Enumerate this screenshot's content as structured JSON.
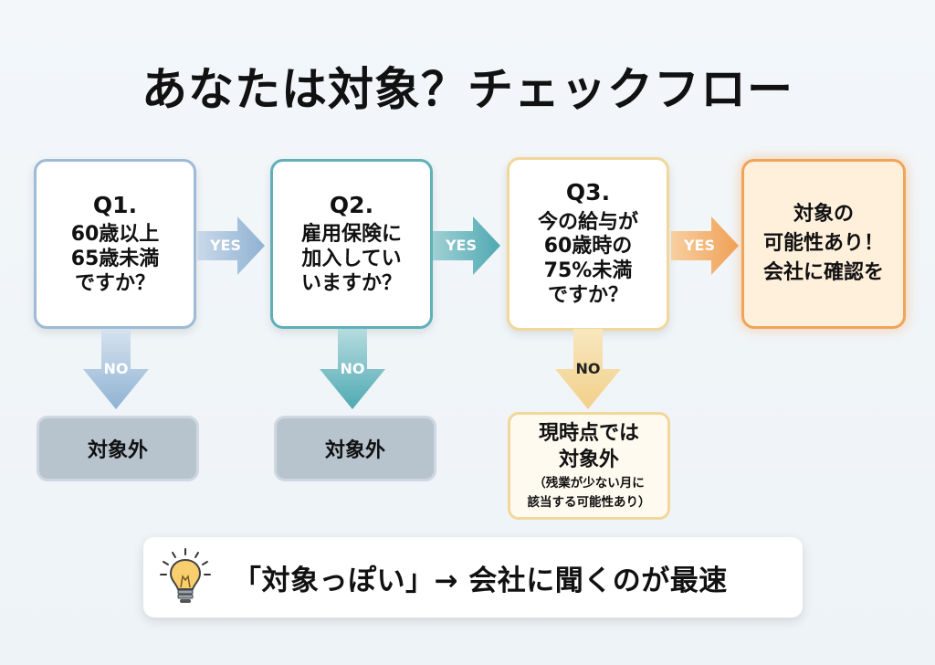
{
  "title": "あなたは対象？チェックフロー",
  "colors": {
    "q1": "#9dbad6",
    "q2": "#5fb0b8",
    "q3": "#f2d79a",
    "result_yes": "#f0a45a",
    "out_of_scope_fill": "#b7c3cd"
  },
  "questions": [
    {
      "num": "Q1.",
      "lines": [
        "60歳以上",
        "65歳未満",
        "ですか？"
      ]
    },
    {
      "num": "Q2.",
      "lines": [
        "雇用保険に",
        "加入してい",
        "いますか？"
      ]
    },
    {
      "num": "Q3.",
      "lines": [
        "今の給与が",
        "60歳時の",
        "75%未満",
        "ですか？"
      ]
    }
  ],
  "yes_label": "YES",
  "no_label": "NO",
  "result_yes": {
    "lines": [
      "対象の",
      "可能性あり！",
      "会社に確認を"
    ]
  },
  "outcomes": [
    {
      "label": "対象外"
    },
    {
      "label": "対象外"
    },
    {
      "lines": [
        "現時点では",
        "対象外"
      ],
      "note": [
        "（残業が少ない月に",
        "該当する可能性あり）"
      ]
    }
  ],
  "tip": {
    "icon": "lightbulb-icon",
    "text": "「対象っぽい」→ 会社に聞くのが最速"
  }
}
